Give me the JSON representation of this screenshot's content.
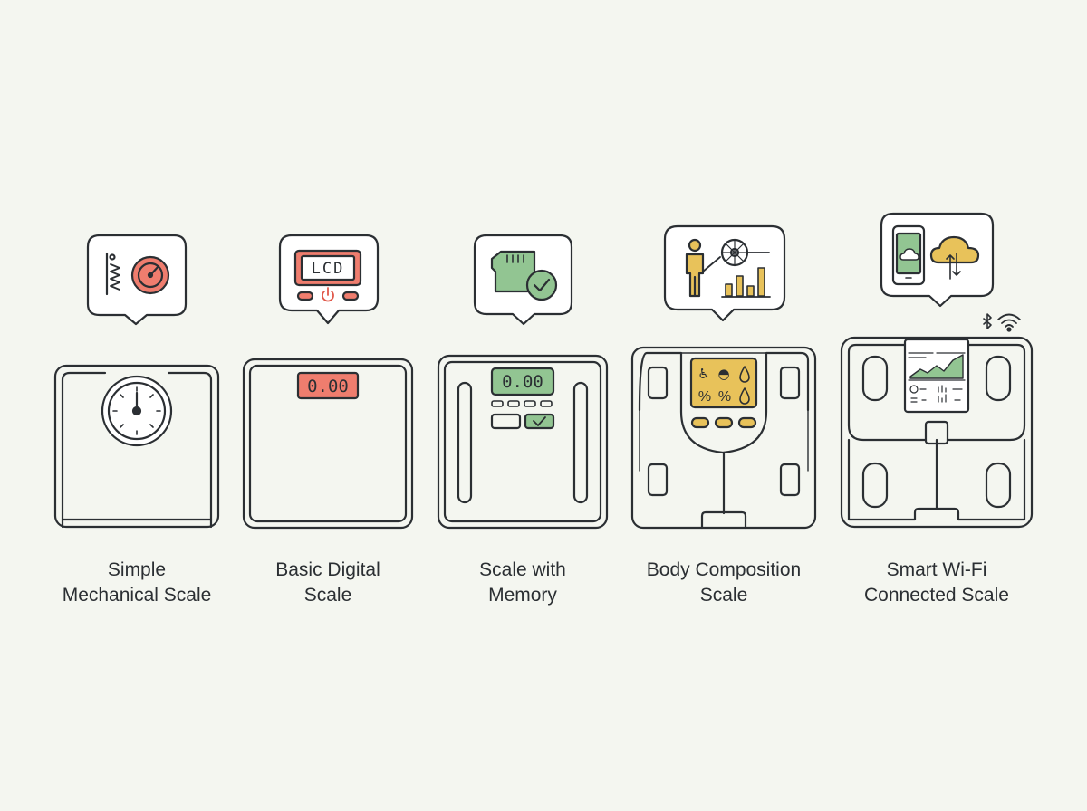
{
  "colors": {
    "background": "#f4f6f0",
    "stroke": "#2b2f33",
    "red": "#ef7d6e",
    "green": "#92c592",
    "yellow": "#e8c25a"
  },
  "scales": [
    {
      "id": "mechanical",
      "label_lines": [
        "Simple",
        "Mechanical Scale"
      ],
      "icon": "spring-dial-icon"
    },
    {
      "id": "digital",
      "label_lines": [
        "Basic Digital",
        "Scale"
      ],
      "icon": "lcd-power-icon",
      "bubble_text": "LCD",
      "display": "0.00"
    },
    {
      "id": "memory",
      "label_lines": [
        "Scale with",
        "Memory"
      ],
      "icon": "memory-card-check-icon",
      "display": "0.00"
    },
    {
      "id": "body",
      "label_lines": [
        "Body Composition",
        "Scale"
      ],
      "icon": "body-analysis-chart-icon",
      "display_symbols": [
        "%",
        "%"
      ]
    },
    {
      "id": "smart",
      "label_lines": [
        "Smart Wi-Fi",
        "Connected Scale"
      ],
      "icon": "phone-cloud-sync-icon",
      "status_icons": [
        "bluetooth-icon",
        "wifi-icon"
      ]
    }
  ]
}
